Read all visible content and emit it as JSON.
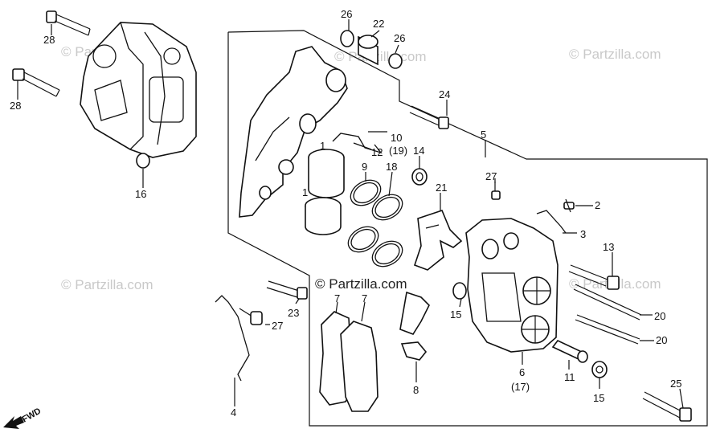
{
  "watermarks": {
    "top_left": "© Partzilla.com",
    "top_center": "© Partzilla.com",
    "top_right": "© Partzilla.com",
    "mid_left": "© Partzilla.com",
    "center": "© Partzilla.com",
    "mid_right": "© Partzilla.com"
  },
  "fwd_label": "FWD",
  "callouts": {
    "p28a": "28",
    "p28b": "28",
    "p16": "16",
    "p26a": "26",
    "p22": "22",
    "p26b": "26",
    "p24": "24",
    "p5": "5",
    "p10": "10",
    "p19": "(19)",
    "p12": "12",
    "p14": "14",
    "p1a": "1",
    "p1b": "1",
    "p9": "9",
    "p18": "18",
    "p21": "21",
    "p27a": "27",
    "p2": "2",
    "p3": "3",
    "p13": "13",
    "p20a": "20",
    "p20b": "20",
    "p15a": "15",
    "p6": "6",
    "p17": "(17)",
    "p11": "11",
    "p15b": "15",
    "p25": "25",
    "p7a": "7",
    "p7b": "7",
    "p8": "8",
    "p23": "23",
    "p27b": "27",
    "p4": "4"
  },
  "icons": {
    "fwd_arrow": "fwd-arrow-icon"
  }
}
